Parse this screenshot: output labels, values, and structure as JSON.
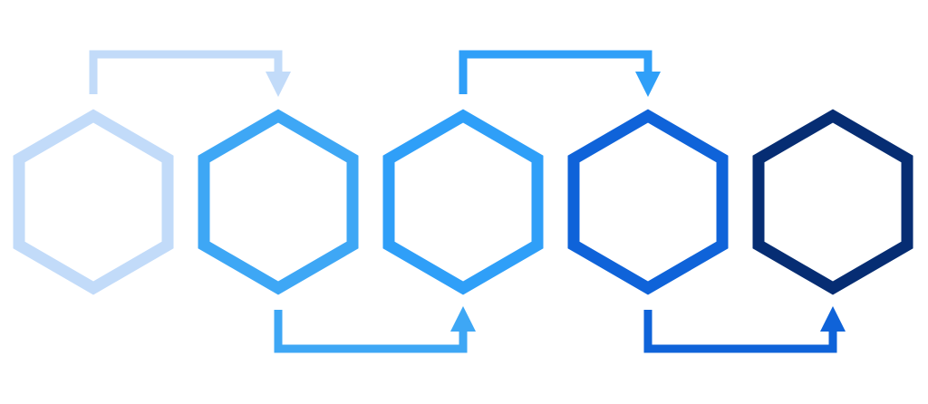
{
  "diagram": {
    "type": "hexagon-process-flow",
    "steps": [
      {
        "id": "step-1",
        "color": "#c2dbf9"
      },
      {
        "id": "step-2",
        "color": "#3ea7f5"
      },
      {
        "id": "step-3",
        "color": "#2f9ff8"
      },
      {
        "id": "step-4",
        "color": "#0f63d9"
      },
      {
        "id": "step-5",
        "color": "#062d73"
      }
    ],
    "connectors": [
      {
        "from": "step-1",
        "to": "step-2",
        "side": "top",
        "color": "#c2dbf9"
      },
      {
        "from": "step-2",
        "to": "step-3",
        "side": "bottom",
        "color": "#3ea7f5"
      },
      {
        "from": "step-3",
        "to": "step-4",
        "side": "top",
        "color": "#2f9ff8"
      },
      {
        "from": "step-4",
        "to": "step-5",
        "side": "bottom",
        "color": "#0f63d9"
      }
    ]
  }
}
